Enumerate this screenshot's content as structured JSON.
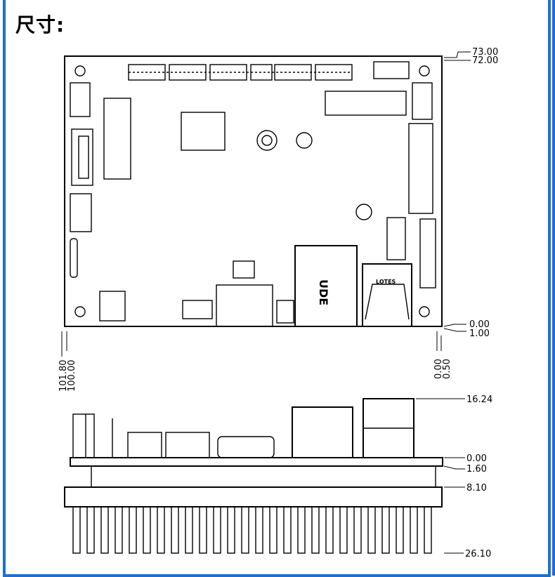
{
  "title": "尺寸:",
  "top_view": {
    "right_dims": {
      "top_a": "73.00",
      "top_b": "72.00",
      "bottom_a": "0.00",
      "bottom_b": "1.00"
    },
    "bottom_left_dims": {
      "a": "101.80",
      "b": "100.00"
    },
    "bottom_right_dims": {
      "a": "0.00",
      "b": "0.50"
    },
    "usb_label": "LOTES",
    "rj45_label": "UDE"
  },
  "side_view": {
    "dims": [
      "16.24",
      "0.00",
      "1.60",
      "8.10",
      "26.10"
    ]
  },
  "colors": {
    "border": "#1f6fd1",
    "line": "#000000"
  }
}
